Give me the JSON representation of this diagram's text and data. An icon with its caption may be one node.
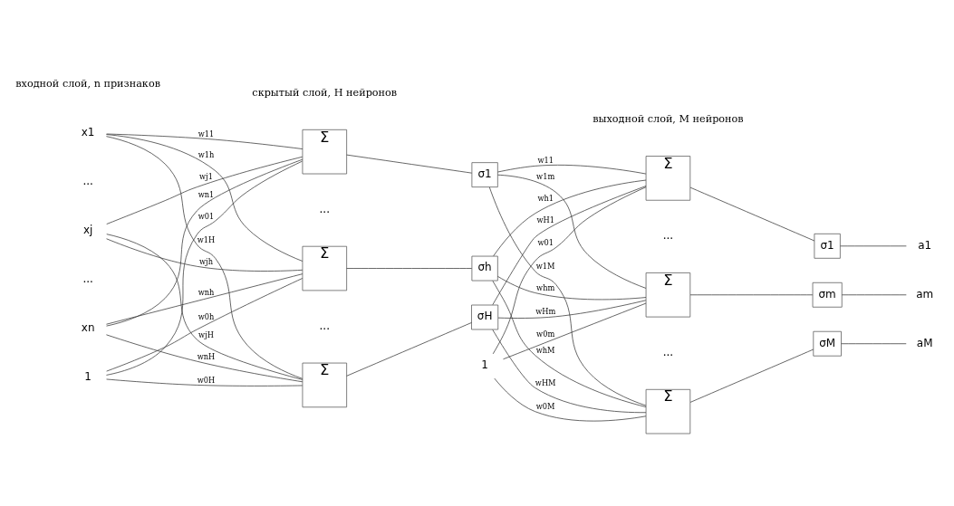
{
  "diagram": {
    "nodes": [
      {
        "text": [
          "x1"
        ]
      },
      {
        "text": [
          "xj"
        ]
      },
      {
        "text": [
          "xn"
        ]
      },
      {
        "text": [
          "1"
        ]
      },
      {
        "text": [
          "Σ"
        ]
      },
      {
        "text": [
          "Σ"
        ]
      },
      {
        "text": [
          "Σ"
        ]
      },
      {
        "text": [
          "σ1"
        ]
      },
      {
        "text": [
          "σh"
        ]
      },
      {
        "text": [
          "σH"
        ]
      },
      {
        "text": [
          "1"
        ]
      },
      {
        "text": [
          "Σ"
        ]
      },
      {
        "text": [
          "Σ"
        ]
      },
      {
        "text": [
          "Σ"
        ]
      },
      {
        "text": [
          "σ1"
        ]
      },
      {
        "text": [
          "σm"
        ]
      },
      {
        "text": [
          "σM"
        ]
      },
      {
        "text": [
          "a1"
        ]
      },
      {
        "text": [
          "am"
        ]
      },
      {
        "text": [
          "aM"
        ]
      }
    ],
    "edges": [
      {
        "from": 0,
        "to": 4,
        "arrow": "none",
        "label": "w11"
      },
      {
        "from": 0,
        "to": 5,
        "arrow": "none",
        "label": "w1h"
      },
      {
        "from": 0,
        "to": 6,
        "arrow": "none",
        "label": "w1H"
      },
      {
        "from": 1,
        "to": 4,
        "arrow": "none",
        "label": "wj1"
      },
      {
        "from": 1,
        "to": 5,
        "arrow": "none",
        "label": "wjh"
      },
      {
        "from": 1,
        "to": 6,
        "arrow": "none",
        "label": "wjH"
      },
      {
        "from": 2,
        "to": 4,
        "arrow": "none",
        "label": "wn1"
      },
      {
        "from": 2,
        "to": 5,
        "arrow": "none",
        "label": "wnh"
      },
      {
        "from": 2,
        "to": 6,
        "arrow": "none",
        "label": "wnH"
      },
      {
        "from": 3,
        "to": 4,
        "arrow": "none",
        "label": "w01"
      },
      {
        "from": 3,
        "to": 5,
        "arrow": "none",
        "label": "w0h"
      },
      {
        "from": 3,
        "to": 6,
        "arrow": "none",
        "label": "w0H"
      },
      {
        "from": 4,
        "to": 7,
        "arrow": "none"
      },
      {
        "from": 5,
        "to": 8,
        "arrow": "none"
      },
      {
        "from": 6,
        "to": 9,
        "arrow": "none"
      },
      {
        "from": 7,
        "to": 11,
        "arrow": "none",
        "label": "w11"
      },
      {
        "from": 7,
        "to": 12,
        "arrow": "none",
        "label": "w1m"
      },
      {
        "from": 7,
        "to": 13,
        "arrow": "none",
        "label": "w1M"
      },
      {
        "from": 8,
        "to": 11,
        "arrow": "none",
        "label": "wh1"
      },
      {
        "from": 8,
        "to": 12,
        "arrow": "none",
        "label": "whm"
      },
      {
        "from": 8,
        "to": 13,
        "arrow": "none",
        "label": "whM"
      },
      {
        "from": 9,
        "to": 11,
        "arrow": "none",
        "label": "wH1"
      },
      {
        "from": 9,
        "to": 12,
        "arrow": "none",
        "label": "wHm"
      },
      {
        "from": 9,
        "to": 13,
        "arrow": "none",
        "label": "wHM"
      },
      {
        "from": 10,
        "to": 11,
        "arrow": "none",
        "label": "w01"
      },
      {
        "from": 10,
        "to": 12,
        "arrow": "none",
        "label": "w0m"
      },
      {
        "from": 10,
        "to": 13,
        "arrow": "none",
        "label": "w0M"
      },
      {
        "from": 11,
        "to": 14,
        "arrow": "none"
      },
      {
        "from": 12,
        "to": 15,
        "arrow": "none"
      },
      {
        "from": 13,
        "to": 16,
        "arrow": "none"
      },
      {
        "from": 14,
        "to": 17,
        "arrow": "none"
      },
      {
        "from": 15,
        "to": 18,
        "arrow": "none"
      },
      {
        "from": 16,
        "to": 19,
        "arrow": "none"
      }
    ],
    "labels": [
      "входной слой, n признаков",
      "скрытый слой, H нейронов",
      "выходной слой, M нейронов",
      "...",
      "...",
      "...",
      "...",
      "...",
      "..."
    ]
  }
}
